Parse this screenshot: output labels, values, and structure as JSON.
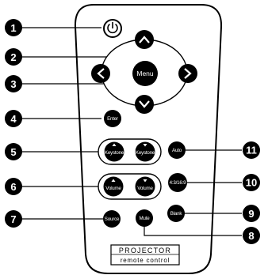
{
  "remote": {
    "label_line1": "PROJECTOR",
    "label_line2": "remote control"
  },
  "buttons": {
    "menu": "Menu",
    "enter": "Enter",
    "keystone_up": "Keystone",
    "keystone_down": "Keystone",
    "volume_up": "Volume",
    "volume_down": "Volume",
    "auto": "Auto",
    "aspect": "4:3/16:9",
    "source": "Source",
    "mute": "Mute",
    "blank": "Blank"
  },
  "callouts": {
    "c1": "1",
    "c2": "2",
    "c3": "3",
    "c4": "4",
    "c5": "5",
    "c6": "6",
    "c7": "7",
    "c8": "8",
    "c9": "9",
    "c10": "10",
    "c11": "11"
  },
  "icons": {
    "power": "power-icon",
    "arrows": "chevron-icon"
  }
}
